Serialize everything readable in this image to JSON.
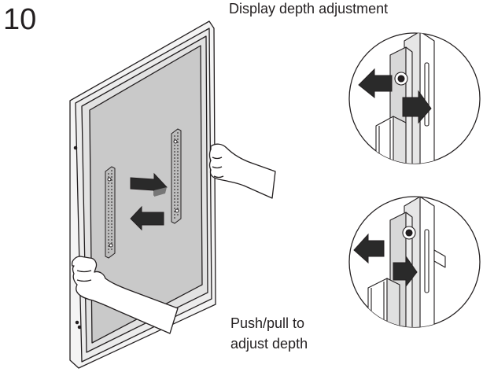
{
  "step": {
    "number": "10"
  },
  "heading": "Display depth adjustment",
  "caption": {
    "line1": "Push/pull to",
    "line2": "adjust depth"
  },
  "colors": {
    "line": "#231f20",
    "panel": "#c8c8c8",
    "frame": "#f2f2f2",
    "arrow": "#2a2a2a",
    "skin": "#ffffff"
  },
  "icons": {
    "arrow_out": "arrow-left-icon",
    "arrow_in": "arrow-right-icon"
  }
}
